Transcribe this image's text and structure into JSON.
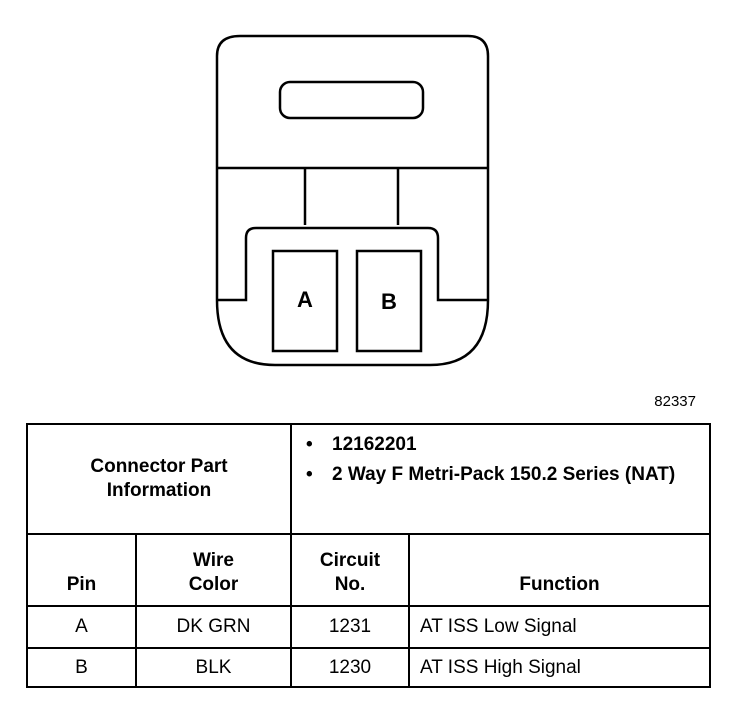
{
  "connector": {
    "cavity_labels": [
      "A",
      "B"
    ],
    "figure_id": "82337"
  },
  "table": {
    "part_info_label_line1": "Connector Part",
    "part_info_label_line2": "Information",
    "part_bullets": [
      {
        "bullet": "•",
        "text": "12162201"
      },
      {
        "bullet": "•",
        "text": "2 Way F Metri-Pack 150.2 Series (NAT)"
      }
    ],
    "headers": {
      "pin": "Pin",
      "wire_color_line1": "Wire",
      "wire_color_line2": "Color",
      "circuit_line1": "Circuit",
      "circuit_line2": "No.",
      "function": "Function"
    },
    "rows": [
      {
        "pin": "A",
        "wire_color": "DK GRN",
        "circuit": "1231",
        "function": "AT ISS Low Signal"
      },
      {
        "pin": "B",
        "wire_color": "BLK",
        "circuit": "1230",
        "function": "AT ISS High Signal"
      }
    ]
  }
}
